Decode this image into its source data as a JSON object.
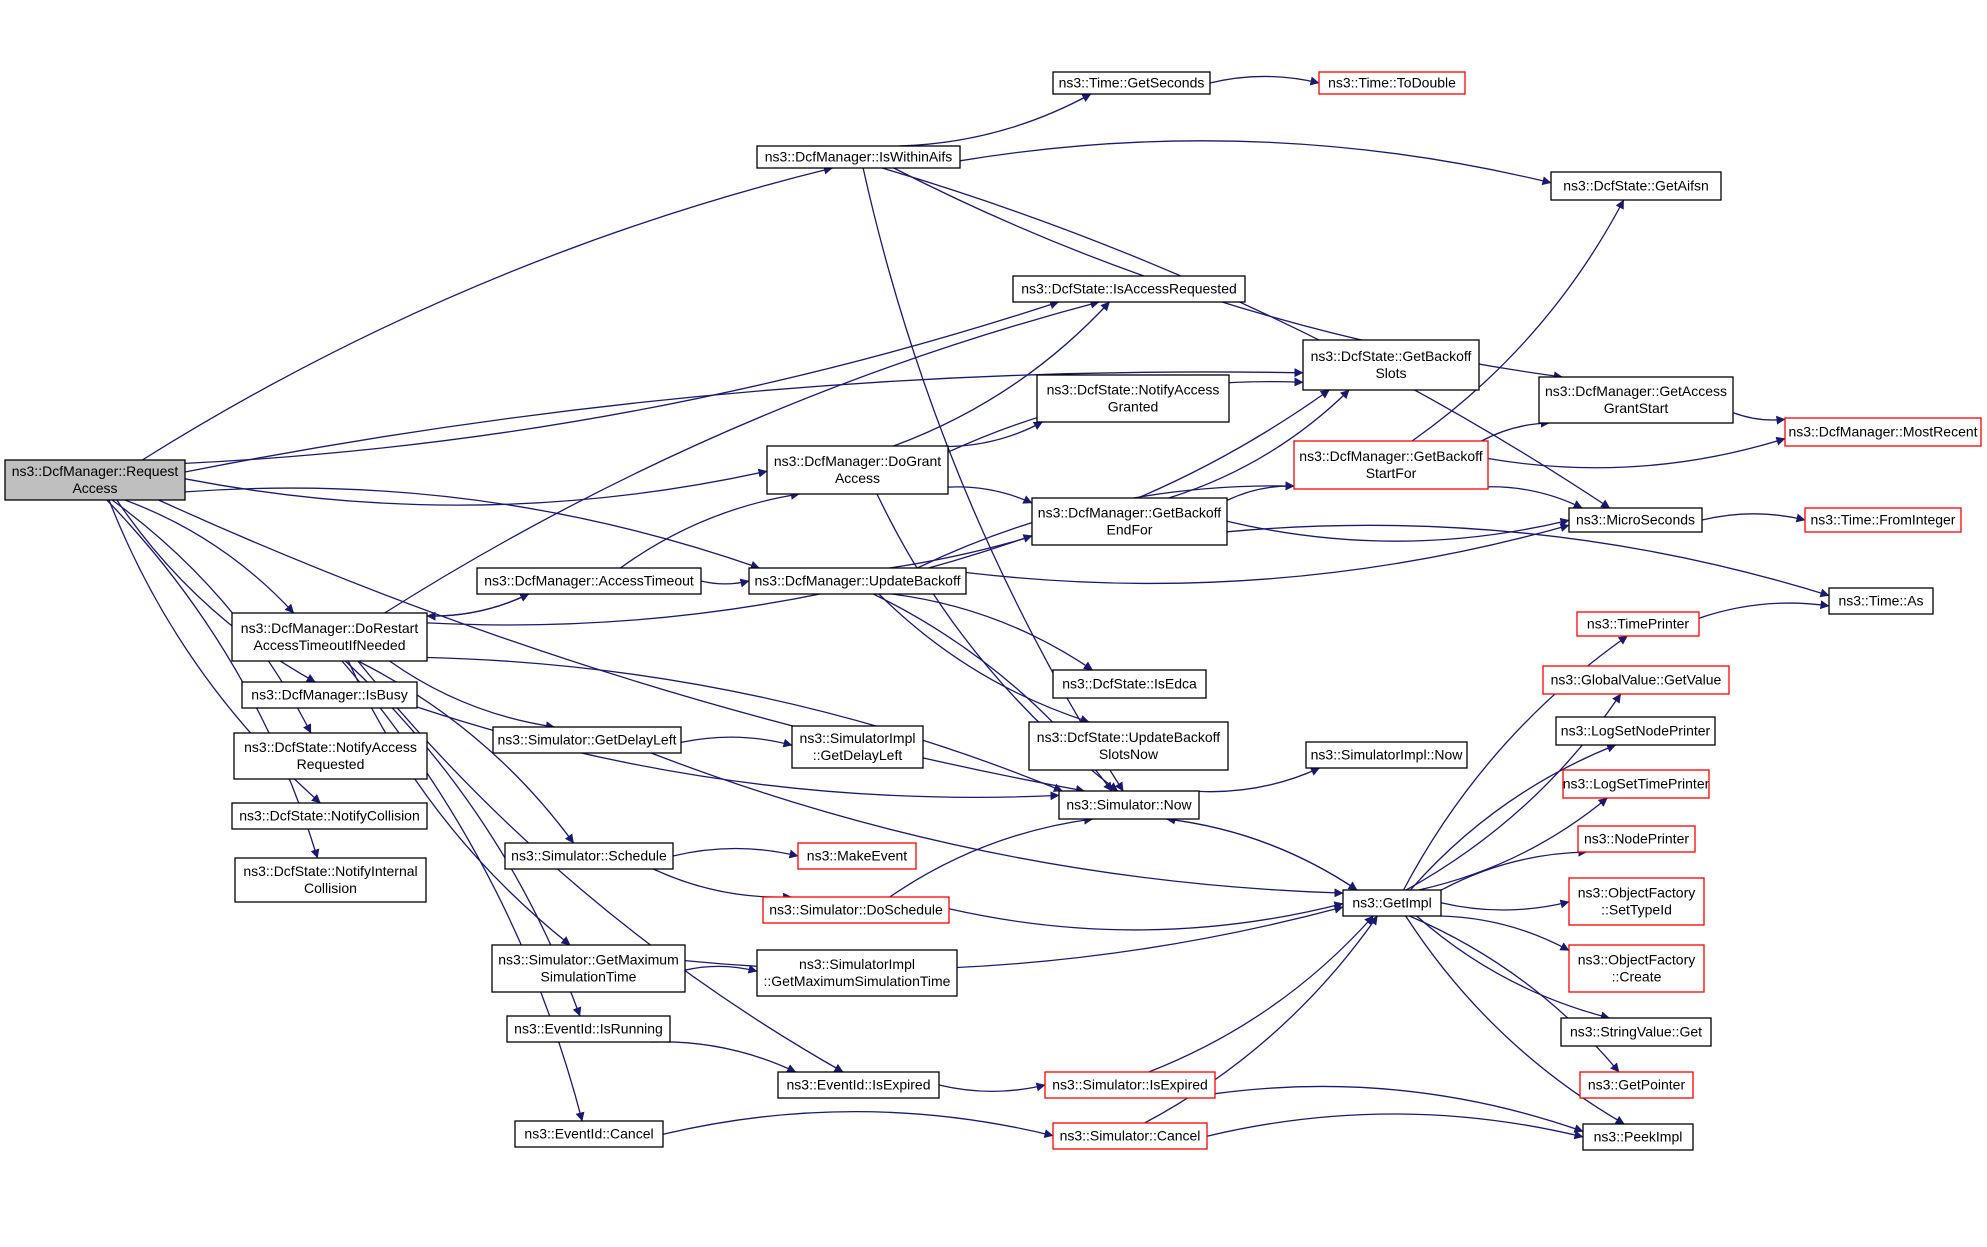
{
  "diagram": {
    "background": "#ffffff",
    "edge_color": "#191970",
    "colors": {
      "root_fill": "#bfbfbf",
      "normal_fill": "#ffffff",
      "normal_stroke": "#000000",
      "red_stroke": "#ff0000"
    },
    "nodes": [
      {
        "id": "root",
        "style": "root",
        "lines": [
          "ns3::DcfManager::Request",
          "Access"
        ]
      },
      {
        "id": "isWithinAifs",
        "style": "normal",
        "lines": [
          "ns3::DcfManager::IsWithinAifs"
        ]
      },
      {
        "id": "getSeconds",
        "style": "normal",
        "lines": [
          "ns3::Time::GetSeconds"
        ]
      },
      {
        "id": "toDouble",
        "style": "red",
        "lines": [
          "ns3::Time::ToDouble"
        ]
      },
      {
        "id": "getAifsn",
        "style": "normal",
        "lines": [
          "ns3::DcfState::GetAifsn"
        ]
      },
      {
        "id": "isAccessRequested",
        "style": "normal",
        "lines": [
          "ns3::DcfState::IsAccessRequested"
        ]
      },
      {
        "id": "getBackoffSlots",
        "style": "normal",
        "lines": [
          "ns3::DcfState::GetBackoff",
          "Slots"
        ]
      },
      {
        "id": "getAccessGrantStart",
        "style": "normal",
        "lines": [
          "ns3::DcfManager::GetAccess",
          "GrantStart"
        ]
      },
      {
        "id": "mostRecent",
        "style": "red",
        "lines": [
          "ns3::DcfManager::MostRecent"
        ]
      },
      {
        "id": "notifyAccessGranted",
        "style": "normal",
        "lines": [
          "ns3::DcfState::NotifyAccess",
          "Granted"
        ]
      },
      {
        "id": "doGrantAccess",
        "style": "normal",
        "lines": [
          "ns3::DcfManager::DoGrant",
          "Access"
        ]
      },
      {
        "id": "getBackoffStartFor",
        "style": "red",
        "lines": [
          "ns3::DcfManager::GetBackoff",
          "StartFor"
        ]
      },
      {
        "id": "getBackoffEndFor",
        "style": "normal",
        "lines": [
          "ns3::DcfManager::GetBackoff",
          "EndFor"
        ]
      },
      {
        "id": "microSeconds",
        "style": "normal",
        "lines": [
          "ns3::MicroSeconds"
        ]
      },
      {
        "id": "fromInteger",
        "style": "red",
        "lines": [
          "ns3::Time::FromInteger"
        ]
      },
      {
        "id": "accessTimeout",
        "style": "normal",
        "lines": [
          "ns3::DcfManager::AccessTimeout"
        ]
      },
      {
        "id": "updateBackoff",
        "style": "normal",
        "lines": [
          "ns3::DcfManager::UpdateBackoff"
        ]
      },
      {
        "id": "timeAs",
        "style": "normal",
        "lines": [
          "ns3::Time::As"
        ]
      },
      {
        "id": "doRestart",
        "style": "normal",
        "lines": [
          "ns3::DcfManager::DoRestart",
          "AccessTimeoutIfNeeded"
        ]
      },
      {
        "id": "timePrinter",
        "style": "red",
        "lines": [
          "ns3::TimePrinter"
        ]
      },
      {
        "id": "isEdca",
        "style": "normal",
        "lines": [
          "ns3::DcfState::IsEdca"
        ]
      },
      {
        "id": "globalGetValue",
        "style": "red",
        "lines": [
          "ns3::GlobalValue::GetValue"
        ]
      },
      {
        "id": "isBusy",
        "style": "normal",
        "lines": [
          "ns3::DcfManager::IsBusy"
        ]
      },
      {
        "id": "getDelayLeft",
        "style": "normal",
        "lines": [
          "ns3::Simulator::GetDelayLeft"
        ]
      },
      {
        "id": "implGetDelayLeft",
        "style": "normal",
        "lines": [
          "ns3::SimulatorImpl",
          "::GetDelayLeft"
        ]
      },
      {
        "id": "updateBackoffSlotsNow",
        "style": "normal",
        "lines": [
          "ns3::DcfState::UpdateBackoff",
          "SlotsNow"
        ]
      },
      {
        "id": "logSetNodePrinter",
        "style": "normal",
        "lines": [
          "ns3::LogSetNodePrinter"
        ]
      },
      {
        "id": "notifyAccessRequested",
        "style": "normal",
        "lines": [
          "ns3::DcfState::NotifyAccess",
          "Requested"
        ]
      },
      {
        "id": "implNow",
        "style": "normal",
        "lines": [
          "ns3::SimulatorImpl::Now"
        ]
      },
      {
        "id": "logSetTimePrinter",
        "style": "red",
        "lines": [
          "ns3::LogSetTimePrinter"
        ]
      },
      {
        "id": "simNow",
        "style": "normal",
        "lines": [
          "ns3::Simulator::Now"
        ]
      },
      {
        "id": "notifyCollision",
        "style": "normal",
        "lines": [
          "ns3::DcfState::NotifyCollision"
        ]
      },
      {
        "id": "nodePrinter",
        "style": "red",
        "lines": [
          "ns3::NodePrinter"
        ]
      },
      {
        "id": "schedule",
        "style": "normal",
        "lines": [
          "ns3::Simulator::Schedule"
        ]
      },
      {
        "id": "makeEvent",
        "style": "red",
        "lines": [
          "ns3::MakeEvent"
        ]
      },
      {
        "id": "notifyInternalCollision",
        "style": "normal",
        "lines": [
          "ns3::DcfState::NotifyInternal",
          "Collision"
        ]
      },
      {
        "id": "getImpl",
        "style": "normal",
        "lines": [
          "ns3::GetImpl"
        ]
      },
      {
        "id": "setTypeId",
        "style": "red",
        "lines": [
          "ns3::ObjectFactory",
          "::SetTypeId"
        ]
      },
      {
        "id": "doSchedule",
        "style": "red",
        "lines": [
          "ns3::Simulator::DoSchedule"
        ]
      },
      {
        "id": "getMaxSimTime",
        "style": "normal",
        "lines": [
          "ns3::Simulator::GetMaximum",
          "SimulationTime"
        ]
      },
      {
        "id": "implGetMaxSimTime",
        "style": "normal",
        "lines": [
          "ns3::SimulatorImpl",
          "::GetMaximumSimulationTime"
        ]
      },
      {
        "id": "factoryCreate",
        "style": "red",
        "lines": [
          "ns3::ObjectFactory",
          "::Create"
        ]
      },
      {
        "id": "stringValueGet",
        "style": "normal",
        "lines": [
          "ns3::StringValue::Get"
        ]
      },
      {
        "id": "eventIsRunning",
        "style": "normal",
        "lines": [
          "ns3::EventId::IsRunning"
        ]
      },
      {
        "id": "eventIsExpired",
        "style": "normal",
        "lines": [
          "ns3::EventId::IsExpired"
        ]
      },
      {
        "id": "simIsExpired",
        "style": "red",
        "lines": [
          "ns3::Simulator::IsExpired"
        ]
      },
      {
        "id": "getPointer",
        "style": "red",
        "lines": [
          "ns3::GetPointer"
        ]
      },
      {
        "id": "eventCancel",
        "style": "normal",
        "lines": [
          "ns3::EventId::Cancel"
        ]
      },
      {
        "id": "simCancel",
        "style": "red",
        "lines": [
          "ns3::Simulator::Cancel"
        ]
      },
      {
        "id": "peekImpl",
        "style": "normal",
        "lines": [
          "ns3::PeekImpl"
        ]
      }
    ],
    "edges": [
      [
        "root",
        "isWithinAifs"
      ],
      [
        "root",
        "isAccessRequested"
      ],
      [
        "root",
        "getBackoffSlots"
      ],
      [
        "root",
        "doGrantAccess"
      ],
      [
        "root",
        "updateBackoff"
      ],
      [
        "root",
        "simNow"
      ],
      [
        "root",
        "doRestart"
      ],
      [
        "root",
        "isBusy"
      ],
      [
        "root",
        "notifyAccessRequested"
      ],
      [
        "root",
        "notifyCollision"
      ],
      [
        "root",
        "notifyInternalCollision"
      ],
      [
        "isWithinAifs",
        "getSeconds"
      ],
      [
        "isWithinAifs",
        "getAifsn"
      ],
      [
        "isWithinAifs",
        "getAccessGrantStart"
      ],
      [
        "isWithinAifs",
        "microSeconds"
      ],
      [
        "isWithinAifs",
        "simNow"
      ],
      [
        "getSeconds",
        "toDouble"
      ],
      [
        "doGrantAccess",
        "isAccessRequested"
      ],
      [
        "doGrantAccess",
        "getBackoffSlots"
      ],
      [
        "doGrantAccess",
        "notifyAccessGranted"
      ],
      [
        "doGrantAccess",
        "getBackoffEndFor"
      ],
      [
        "doGrantAccess",
        "simNow"
      ],
      [
        "accessTimeout",
        "doGrantAccess"
      ],
      [
        "accessTimeout",
        "updateBackoff"
      ],
      [
        "accessTimeout",
        "doRestart"
      ],
      [
        "doRestart",
        "accessTimeout"
      ],
      [
        "doRestart",
        "isAccessRequested"
      ],
      [
        "doRestart",
        "getBackoffEndFor"
      ],
      [
        "doRestart",
        "simNow"
      ],
      [
        "doRestart",
        "getDelayLeft"
      ],
      [
        "doRestart",
        "schedule"
      ],
      [
        "doRestart",
        "getMaxSimTime"
      ],
      [
        "doRestart",
        "eventIsRunning"
      ],
      [
        "doRestart",
        "eventIsExpired"
      ],
      [
        "doRestart",
        "eventCancel"
      ],
      [
        "updateBackoff",
        "getBackoffSlots"
      ],
      [
        "updateBackoff",
        "getBackoffStartFor"
      ],
      [
        "updateBackoff",
        "microSeconds"
      ],
      [
        "updateBackoff",
        "isEdca"
      ],
      [
        "updateBackoff",
        "updateBackoffSlotsNow"
      ],
      [
        "updateBackoff",
        "simNow"
      ],
      [
        "getBackoffEndFor",
        "getBackoffSlots"
      ],
      [
        "getBackoffEndFor",
        "getBackoffStartFor"
      ],
      [
        "getBackoffEndFor",
        "microSeconds"
      ],
      [
        "getBackoffEndFor",
        "timeAs"
      ],
      [
        "getBackoffStartFor",
        "getAifsn"
      ],
      [
        "getBackoffStartFor",
        "getAccessGrantStart"
      ],
      [
        "getBackoffStartFor",
        "mostRecent"
      ],
      [
        "getBackoffStartFor",
        "microSeconds"
      ],
      [
        "getAccessGrantStart",
        "mostRecent"
      ],
      [
        "microSeconds",
        "fromInteger"
      ],
      [
        "isBusy",
        "simNow"
      ],
      [
        "getDelayLeft",
        "implGetDelayLeft"
      ],
      [
        "getDelayLeft",
        "getImpl"
      ],
      [
        "schedule",
        "makeEvent"
      ],
      [
        "schedule",
        "doSchedule"
      ],
      [
        "doSchedule",
        "simNow"
      ],
      [
        "doSchedule",
        "getImpl"
      ],
      [
        "getMaxSimTime",
        "implGetMaxSimTime"
      ],
      [
        "getMaxSimTime",
        "getImpl"
      ],
      [
        "eventIsRunning",
        "eventIsExpired"
      ],
      [
        "eventIsExpired",
        "simIsExpired"
      ],
      [
        "eventCancel",
        "simCancel"
      ],
      [
        "simIsExpired",
        "getImpl"
      ],
      [
        "simIsExpired",
        "peekImpl"
      ],
      [
        "simCancel",
        "getImpl"
      ],
      [
        "simCancel",
        "peekImpl"
      ],
      [
        "simNow",
        "implNow"
      ],
      [
        "simNow",
        "getImpl"
      ],
      [
        "getImpl",
        "simNow"
      ],
      [
        "getImpl",
        "timePrinter"
      ],
      [
        "getImpl",
        "globalGetValue"
      ],
      [
        "getImpl",
        "logSetNodePrinter"
      ],
      [
        "getImpl",
        "logSetTimePrinter"
      ],
      [
        "getImpl",
        "nodePrinter"
      ],
      [
        "getImpl",
        "setTypeId"
      ],
      [
        "getImpl",
        "factoryCreate"
      ],
      [
        "getImpl",
        "stringValueGet"
      ],
      [
        "getImpl",
        "getPointer"
      ],
      [
        "getImpl",
        "peekImpl"
      ],
      [
        "timePrinter",
        "timeAs"
      ]
    ]
  }
}
